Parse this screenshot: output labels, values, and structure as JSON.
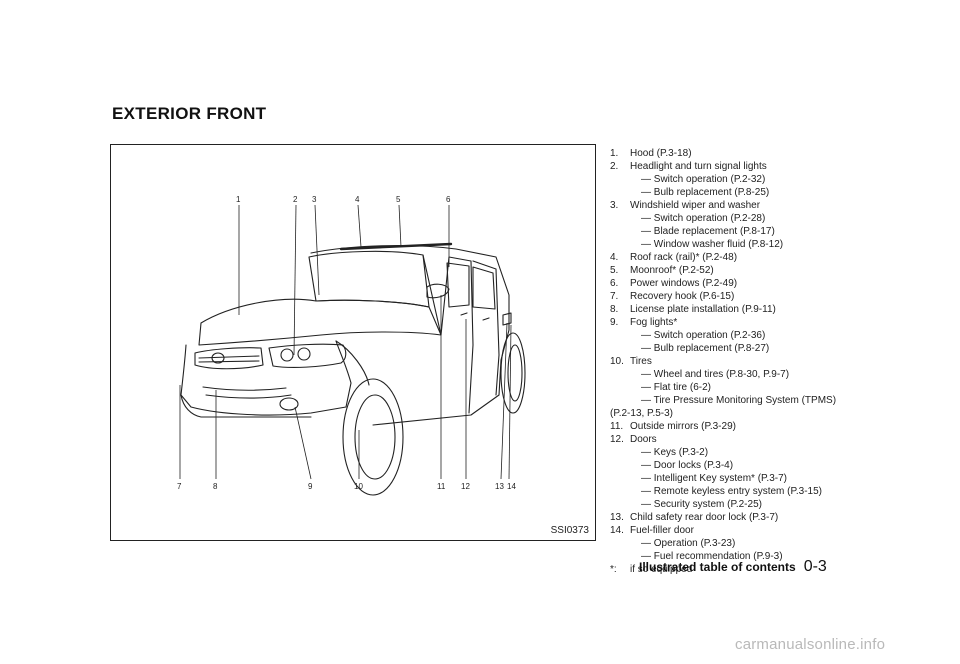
{
  "page": {
    "section_title": "EXTERIOR FRONT",
    "figure_code": "SSI0373",
    "footer_label": "Illustrated table of contents",
    "footer_page": "0-3",
    "watermark": "carmanualsonline.info"
  },
  "callouts": [
    "1",
    "2",
    "3",
    "4",
    "5",
    "6",
    "7",
    "8",
    "9",
    "10",
    "11",
    "12",
    "13",
    "14"
  ],
  "legend": [
    {
      "num": "1.",
      "text": "Hood (P.3-18)",
      "subs": []
    },
    {
      "num": "2.",
      "text": "Headlight and turn signal lights",
      "subs": [
        "— Switch operation (P.2-32)",
        "— Bulb replacement (P.8-25)"
      ]
    },
    {
      "num": "3.",
      "text": "Windshield wiper and washer",
      "subs": [
        "— Switch operation (P.2-28)",
        "— Blade replacement (P.8-17)",
        "— Window washer fluid (P.8-12)"
      ]
    },
    {
      "num": "4.",
      "text": "Roof rack (rail)* (P.2-48)",
      "subs": []
    },
    {
      "num": "5.",
      "text": "Moonroof* (P.2-52)",
      "subs": []
    },
    {
      "num": "6.",
      "text": "Power windows (P.2-49)",
      "subs": []
    },
    {
      "num": "7.",
      "text": "Recovery hook (P.6-15)",
      "subs": []
    },
    {
      "num": "8.",
      "text": "License plate installation (P.9-11)",
      "subs": []
    },
    {
      "num": "9.",
      "text": "Fog lights*",
      "subs": [
        "— Switch operation (P.2-36)",
        "— Bulb replacement (P.8-27)"
      ]
    },
    {
      "num": "10.",
      "text": "Tires",
      "subs": [
        "— Wheel and tires (P.8-30, P.9-7)",
        "— Flat tire (6-2)",
        "— Tire Pressure Monitoring System (TPMS)"
      ],
      "continuation": "(P.2-13, P.5-3)"
    },
    {
      "num": "11.",
      "text": "Outside mirrors (P.3-29)",
      "subs": []
    },
    {
      "num": "12.",
      "text": "Doors",
      "subs": [
        "— Keys (P.3-2)",
        "— Door locks (P.3-4)",
        "— Intelligent Key system* (P.3-7)",
        "— Remote keyless entry system (P.3-15)",
        "— Security system (P.2-25)"
      ]
    },
    {
      "num": "13.",
      "text": "Child safety rear door lock (P.3-7)",
      "subs": []
    },
    {
      "num": "14.",
      "text": "Fuel-filler door",
      "subs": [
        "— Operation (P.3-23)",
        "— Fuel recommendation (P.9-3)"
      ]
    }
  ],
  "footnote": {
    "mark": "*:",
    "text": "if so equipped"
  }
}
